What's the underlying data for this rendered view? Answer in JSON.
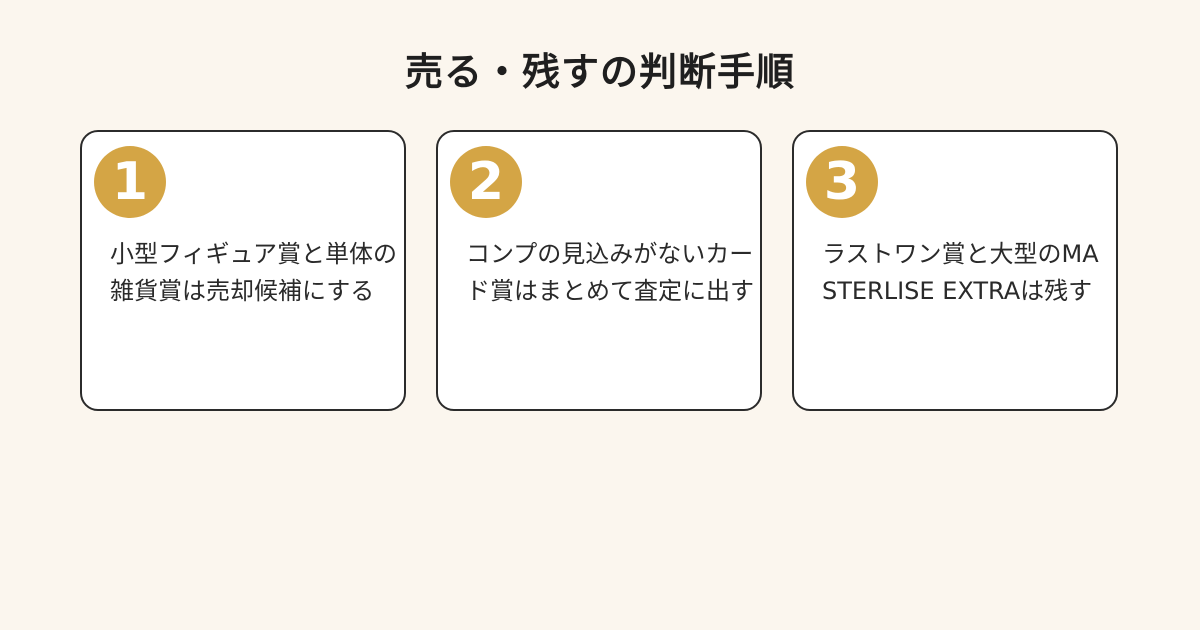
{
  "title": "売る・残すの判断手順",
  "colors": {
    "background": "#fbf6ee",
    "badge": "#d4a545",
    "card_border": "#2b2b2b",
    "card_bg": "#ffffff"
  },
  "steps": [
    {
      "number": "1",
      "text": "小型フィギュア賞と単体の雑貨賞は売却候補にする"
    },
    {
      "number": "2",
      "text": "コンプの見込みがないカード賞はまとめて査定に出す"
    },
    {
      "number": "3",
      "text": "ラストワン賞と大型のMASTERLISE EXTRAは残す"
    }
  ]
}
